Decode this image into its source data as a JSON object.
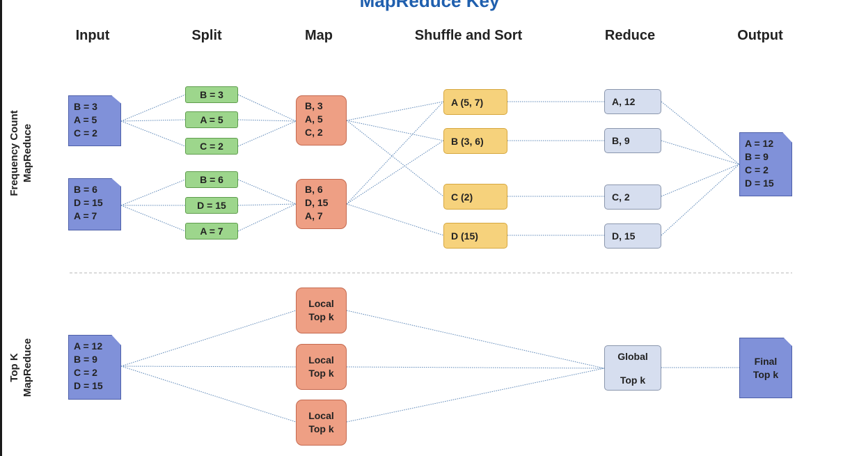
{
  "title": "MapReduce Key",
  "headers": [
    "Input",
    "Split",
    "Map",
    "Shuffle and Sort",
    "Reduce",
    "Output"
  ],
  "row_labels": {
    "frequency": [
      "Frequency Count",
      "MapReduce"
    ],
    "topk": [
      "Top K",
      "MapReduce"
    ]
  },
  "frequency": {
    "inputs": [
      [
        "B = 3",
        "A = 5",
        "C = 2"
      ],
      [
        "B = 6",
        "D = 15",
        "A = 7"
      ]
    ],
    "splits": [
      "B = 3",
      "A = 5",
      "C = 2",
      "B = 6",
      "D = 15",
      "A = 7"
    ],
    "maps": [
      [
        "B, 3",
        "A, 5",
        "C, 2"
      ],
      [
        "B, 6",
        "D, 15",
        "A, 7"
      ]
    ],
    "shuffle": [
      "A (5, 7)",
      "B (3, 6)",
      "C (2)",
      "D (15)"
    ],
    "reduce": [
      "A, 12",
      "B, 9",
      "C, 2",
      "D, 15"
    ],
    "output": [
      "A = 12",
      "B = 9",
      "C = 2",
      "D = 15"
    ]
  },
  "topk": {
    "input": [
      "A = 12",
      "B = 9",
      "C = 2",
      "D = 15"
    ],
    "maps": [
      [
        "Local",
        "Top k"
      ],
      [
        "Local",
        "Top k"
      ],
      [
        "Local",
        "Top k"
      ]
    ],
    "reduce": [
      "Global",
      "Top k"
    ],
    "output": [
      "Final",
      "Top k"
    ]
  },
  "colors": {
    "title": "#1f5fae",
    "input_doc": "#8091d9",
    "split": "#9dd68c",
    "map": "#ee9f84",
    "shuffle": "#f6d27c",
    "reduce": "#d6deef",
    "connector": "#5b86b7"
  }
}
